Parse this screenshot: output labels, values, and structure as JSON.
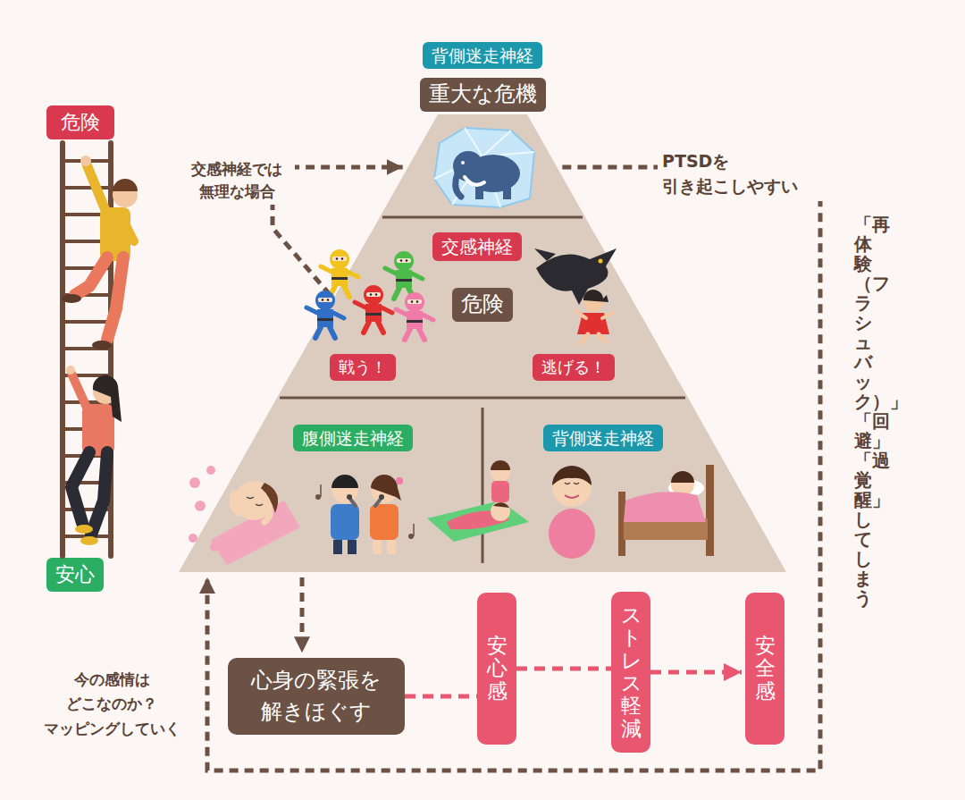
{
  "diagram": {
    "nodes": [
      {
        "text": [
          "背側迷走神経",
          "重大な危機"
        ]
      },
      {
        "text": [
          "危険"
        ]
      },
      {
        "text": [
          "交感神経",
          "危険",
          "戦う！",
          "逃げる！"
        ]
      },
      {
        "text": [
          "腹側迷走神経"
        ]
      },
      {
        "text": [
          "背側迷走神経"
        ]
      },
      {
        "text": [
          "安心"
        ]
      },
      {
        "text": [
          "安心感"
        ]
      },
      {
        "text": [
          "ストレス軽減"
        ]
      },
      {
        "text": [
          "安全感"
        ]
      },
      {
        "text": [
          "心身の緊張を 解きほぐす"
        ]
      }
    ],
    "edges": [
      {
        "from": 2,
        "to": 0,
        "arrow": "to",
        "label": "交感神経では 無理な場合"
      },
      {
        "from": 0,
        "to": 3,
        "arrow": "to",
        "label": "PTSDを 引き起こしやすい"
      },
      {
        "from": 3,
        "to": 9,
        "arrow": "to"
      },
      {
        "from": 9,
        "to": 6,
        "arrow": "none"
      },
      {
        "from": 6,
        "to": 7,
        "arrow": "none"
      },
      {
        "from": 7,
        "to": 8,
        "arrow": "to"
      }
    ],
    "labels": [
      "「再体験（フラシュバック）」「回避」「過覚醒」してしまう",
      "今の感情は どこなのか？ マッピングしていく"
    ]
  }
}
